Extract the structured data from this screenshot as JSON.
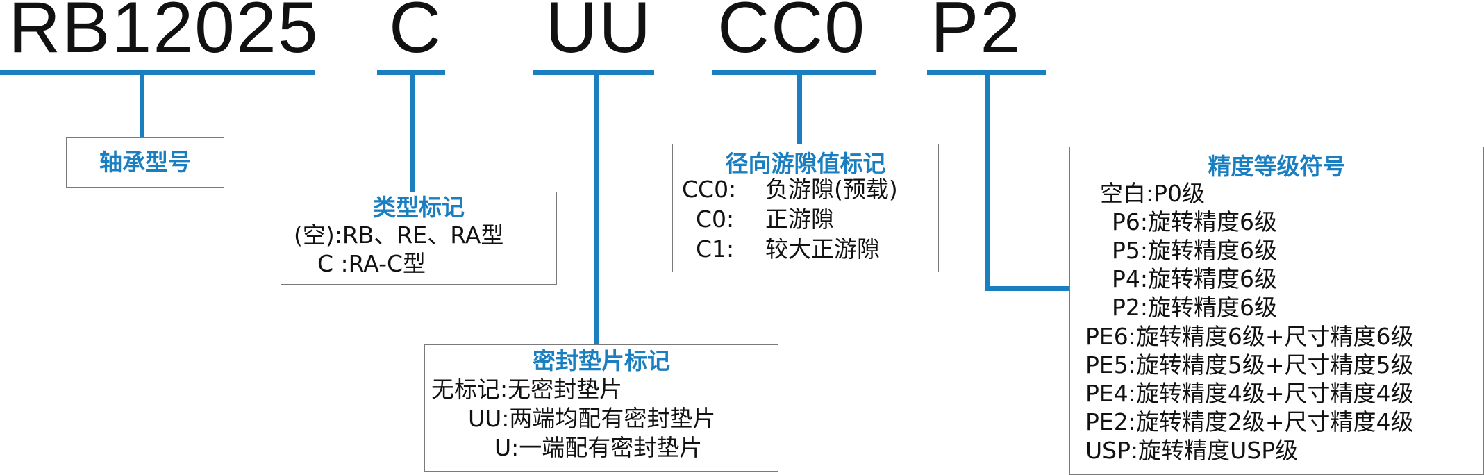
{
  "accent_color": "#1a7fc1",
  "code_parts": [
    {
      "text": "RB12025"
    },
    {
      "text": "C"
    },
    {
      "text": "UU"
    },
    {
      "text": "CC0"
    },
    {
      "text": "P2"
    }
  ],
  "boxes": {
    "bearing_model": {
      "title": "轴承型号"
    },
    "type_mark": {
      "title": "类型标记",
      "lines": [
        "(空):RB、RE、RA型",
        "C :RA-C型"
      ]
    },
    "seal_mark": {
      "title": "密封垫片标记",
      "lines": [
        "无标记:无密封垫片",
        "UU:两端均配有密封垫片",
        "U:一端配有密封垫片"
      ]
    },
    "clearance_mark": {
      "title": "径向游隙值标记",
      "rows": [
        {
          "code": "CC0:",
          "desc": "负游隙(预载)"
        },
        {
          "code": "C0:",
          "desc": "正游隙"
        },
        {
          "code": "C1:",
          "desc": "较大正游隙"
        }
      ]
    },
    "precision_grade": {
      "title": "精度等级符号",
      "lines": [
        "空白:P0级",
        "P6:旋转精度6级",
        "P5:旋转精度6级",
        "P4:旋转精度6级",
        "P2:旋转精度6级",
        "PE6:旋转精度6级+尺寸精度6级",
        "PE5:旋转精度5级+尺寸精度5级",
        "PE4:旋转精度4级+尺寸精度4级",
        "PE2:旋转精度2级+尺寸精度4级",
        "USP:旋转精度USP级"
      ]
    }
  }
}
